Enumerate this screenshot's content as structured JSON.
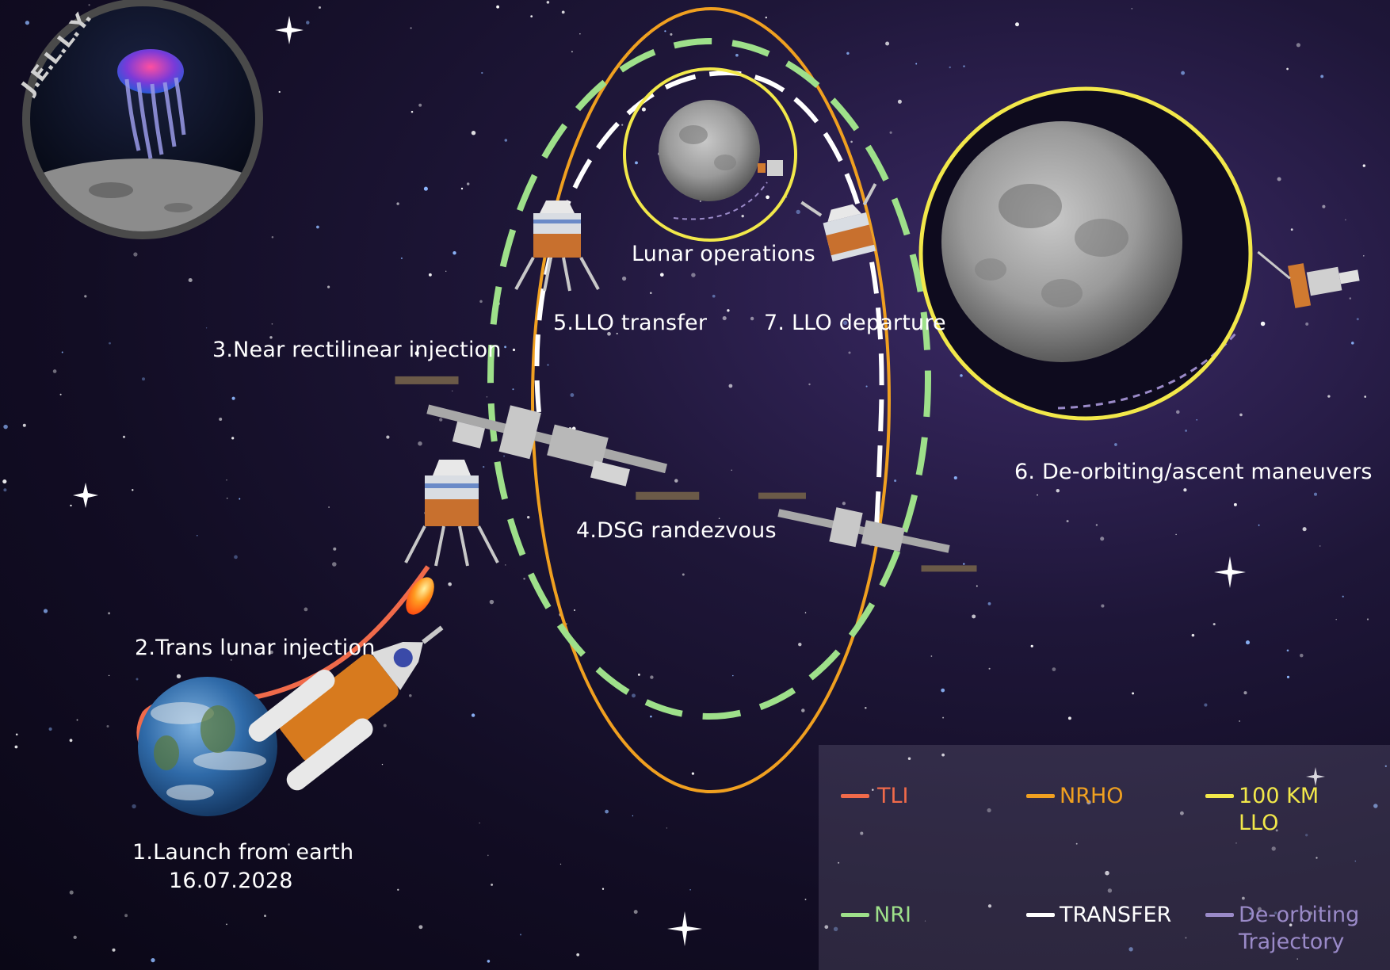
{
  "logo": {
    "text": "J.E.L.L.Y."
  },
  "labels": {
    "launch": "1.Launch from earth",
    "launch_date": "16.07.2028",
    "tli": "2.Trans lunar injection",
    "nri": "3.Near rectilinear injection",
    "dsg": "4.DSG randezvous",
    "llo_transfer": "5.LLO transfer",
    "deorbit": "6. De-orbiting/ascent maneuvers",
    "llo_departure": "7. LLO departure",
    "lunar_ops": "Lunar operations"
  },
  "legend": {
    "tli": {
      "text": "TLI",
      "color": "#f06a4a"
    },
    "nrho": {
      "text": "NRHO",
      "color": "#f0a020"
    },
    "llo_line1": {
      "text": "100 KM",
      "color": "#f2e84a"
    },
    "llo_line2": {
      "text": "LLO",
      "color": "#f2e84a"
    },
    "nri": {
      "text": "NRI",
      "color": "#9ee08a"
    },
    "transfer": {
      "text": "TRANSFER",
      "color": "#ffffff"
    },
    "deorbit_line1": {
      "text": "De-orbiting",
      "color": "#9a8ac8"
    },
    "deorbit_line2": {
      "text": "Trajectory",
      "color": "#9a8ac8"
    }
  },
  "icons": [
    "jellyfish-logo-icon",
    "earth-icon",
    "rocket-icon",
    "lander-icon",
    "space-station-icon",
    "moon-icon",
    "star-icon"
  ]
}
